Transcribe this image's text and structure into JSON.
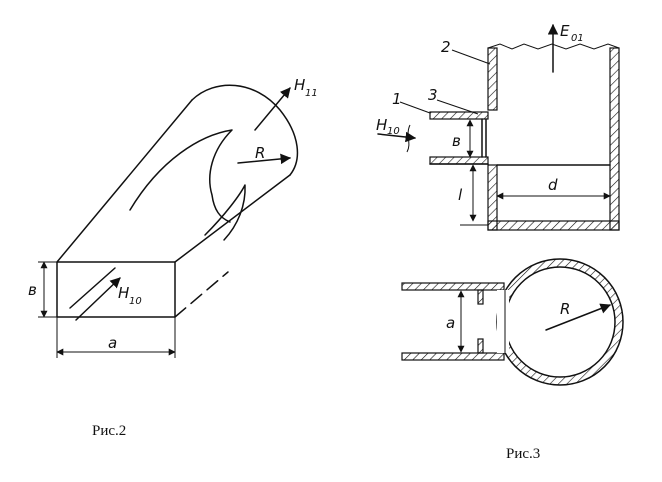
{
  "figure2": {
    "caption": "Рис.2",
    "labels": {
      "b": "в",
      "a": "a",
      "R": "R",
      "H11_main": "H",
      "H11_sub": "11",
      "H10_main": "H",
      "H10_sub": "10"
    }
  },
  "figure3": {
    "caption": "Рис.3",
    "labels": {
      "E01_main": "E",
      "E01_sub": "01",
      "num1": "1",
      "num2": "2",
      "num3": "3",
      "H10_main": "H",
      "H10_sub": "10",
      "b": "в",
      "l": "l",
      "d": "d",
      "a": "a",
      "R": "R"
    }
  }
}
